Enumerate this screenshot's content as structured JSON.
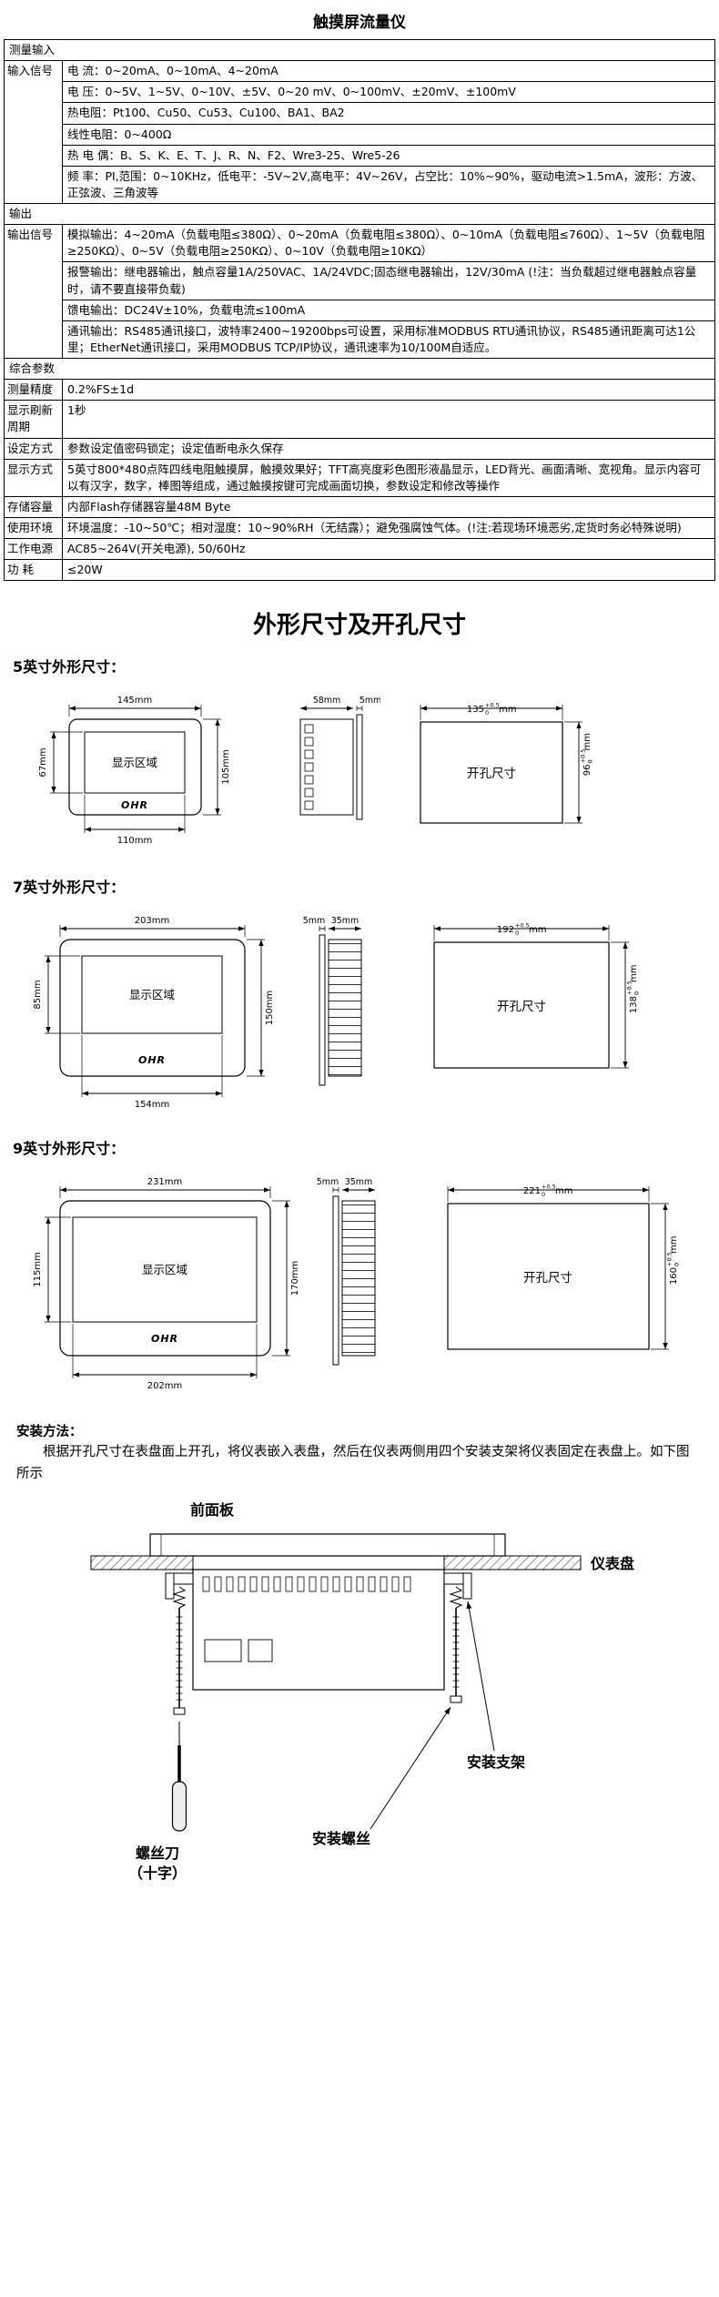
{
  "page_title": "触摸屏流量仪",
  "spec_table": {
    "section_measure_input": "测量输入",
    "input_signal_label": "输入信号",
    "input_signal_rows": [
      "电 流：0~20mA、0~10mA、4~20mA",
      "电 压：0~5V、1~5V、0~10V、±5V、0~20 mV、0~100mV、±20mV、±100mV",
      "热电阻：Pt100、Cu50、Cu53、Cu100、BA1、BA2",
      "线性电阻：0~400Ω",
      "热 电 偶：B、S、K、E、T、J、R、N、F2、Wre3-25、Wre5-26",
      "频 率：PI,范围：0~10KHz，低电平：-5V~2V,高电平：4V~26V，占空比：10%~90%，驱动电流>1.5mA，波形：方波、正弦波、三角波等"
    ],
    "section_output": "输出",
    "output_signal_label": "输出信号",
    "output_signal_rows": [
      "模拟输出：4~20mA（负载电阻≤380Ω）、0~20mA（负载电阻≤380Ω）、0~10mA（负载电阻≤760Ω）、1~5V（负载电阻≥250KΩ）、0~5V（负载电阻≥250KΩ）、0~10V（负载电阻≥10KΩ）",
      "报警输出：继电器输出，触点容量1A/250VAC、1A/24VDC;固态继电器输出，12V/30mA (!注：当负载超过继电器触点容量时，请不要直接带负载)",
      "馈电输出：DC24V±10%，负载电流≤100mA",
      "通讯输出：RS485通讯接口，波特率2400~19200bps可设置，采用标准MODBUS RTU通讯协议，RS485通讯距离可达1公里；EtherNet通讯接口，采用MODBUS TCP/IP协议，通讯速率为10/100M自适应。"
    ],
    "section_general": "综合参数",
    "general_rows": [
      {
        "label": "测量精度",
        "value": "0.2%FS±1d"
      },
      {
        "label": "显示刷新周期",
        "value": "1秒"
      },
      {
        "label": "设定方式",
        "value": "参数设定值密码锁定；设定值断电永久保存"
      },
      {
        "label": "显示方式",
        "value": "5英寸800*480点阵四线电阻触摸屏，触摸效果好；TFT高亮度彩色图形液晶显示，LED背光、画面清晰、宽视角。显示内容可以有汉字，数字，棒图等组成，通过触摸按键可完成画面切换，参数设定和修改等操作"
      },
      {
        "label": "存储容量",
        "value": "内部Flash存储器容量48M Byte"
      },
      {
        "label": "使用环境",
        "value": "环境温度：-10~50℃；相对湿度：10~90%RH（无结露）；避免强腐蚀气体。(!注:若现场环境恶劣,定货时务必特殊说明)"
      },
      {
        "label": "工作电源",
        "value": "AC85~264V(开关电源), 50/60Hz"
      },
      {
        "label": "功 耗",
        "value": "≤20W"
      }
    ]
  },
  "dimensions": {
    "heading": "外形尺寸及开孔尺寸",
    "sections": [
      {
        "title": "5英寸外形尺寸：",
        "front": {
          "top": "145mm",
          "left": "67mm",
          "right": "105mm",
          "bottom": "110mm",
          "display": "显示区域",
          "brand": "OHR"
        },
        "side": {
          "dim1": "58mm",
          "dim2": "5mm"
        },
        "cutout": {
          "label": "开孔尺寸",
          "w_value": "135",
          "w_tol_plus": "+0.5",
          "w_tol_zero": "0",
          "w_unit": "mm",
          "h_value": "96",
          "h_tol_plus": "+0.5",
          "h_tol_zero": "0",
          "h_unit": "mm"
        }
      },
      {
        "title": "7英寸外形尺寸：",
        "front": {
          "top": "203mm",
          "left": "85mm",
          "right": "150mm",
          "bottom": "154mm",
          "display": "显示区域",
          "brand": "OHR"
        },
        "side": {
          "dim1": "5mm",
          "dim2": "35mm"
        },
        "cutout": {
          "label": "开孔尺寸",
          "w_value": "192",
          "w_tol_plus": "+0.5",
          "w_tol_zero": "0",
          "w_unit": "mm",
          "h_value": "138",
          "h_tol_plus": "+0.5",
          "h_tol_zero": "0",
          "h_unit": "mm"
        }
      },
      {
        "title": "9英寸外形尺寸：",
        "front": {
          "top": "231mm",
          "left": "115mm",
          "right": "170mm",
          "bottom": "202mm",
          "display": "显示区域",
          "brand": "OHR"
        },
        "side": {
          "dim1": "5mm",
          "dim2": "35mm"
        },
        "cutout": {
          "label": "开孔尺寸",
          "w_value": "221",
          "w_tol_plus": "+0.5",
          "w_tol_zero": "0",
          "w_unit": "mm",
          "h_value": "160",
          "h_tol_plus": "+0.5",
          "h_tol_zero": "0",
          "h_unit": "mm"
        }
      }
    ]
  },
  "installation": {
    "heading": "安装方法：",
    "body": "根据开孔尺寸在表盘面上开孔，将仪表嵌入表盘，然后在仪表两侧用四个安装支架将仪表固定在表盘上。如下图所示",
    "labels": {
      "front_panel": "前面板",
      "panel": "仪表盘",
      "bracket": "安装支架",
      "screw": "安装螺丝",
      "screwdriver_line1": "螺丝刀",
      "screwdriver_line2": "（十字）"
    }
  }
}
